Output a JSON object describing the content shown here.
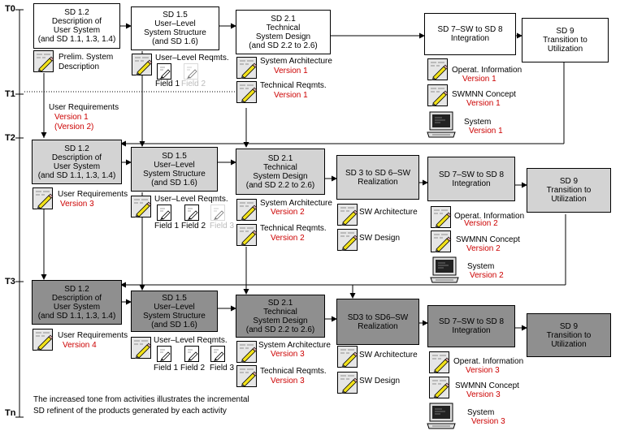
{
  "time_labels": [
    "T0",
    "T1",
    "T2",
    "T3",
    "Tn"
  ],
  "rows": [
    {
      "activities": [
        "SD 1.2\nDescription of\nUser System\n(and SD 1.1, 1.3, 1.4)",
        "SD 1.5\nUser–Level\nSystem Structure\n(and SD 1.6)",
        "SD 2.1\nTechnical\nSystem Design\n(and SD 2.2 to 2.6)",
        "SD 7–SW to SD 8\nIntegration",
        "SD 9\nTransition to\nUtilization"
      ],
      "products": {
        "prelim_l1": "Prelim. System",
        "prelim_l2": "Description",
        "user_level": "User–Level Reqmts.",
        "field1": "Field 1",
        "field2": "Field 2",
        "sys_arch": "System Architecture",
        "sys_arch_ver": "Version 1",
        "tech_req": "Technical Reqmts.",
        "tech_req_ver": "Version 1",
        "operat": "Operat. Information",
        "operat_ver": "Version 1",
        "swmnn": "SWMNN Concept",
        "swmnn_ver": "Version 1",
        "system": "System",
        "system_ver": "Version 1"
      }
    },
    {
      "activities": [
        "SD 1.2\nDescription of\nUser System\n(and SD 1.1, 1.3, 1.4)",
        "SD 1.5\nUser–Level\nSystem Structure\n(and SD 1.6)",
        "SD 2.1\nTechnical\nSystem Design\n(and SD 2.2 to 2.6)",
        "SD 3 to SD 6–SW\nRealization",
        "SD 7–SW to SD 8\nIntegration",
        "SD 9\nTransition to\nUtilization"
      ],
      "products": {
        "user_req": "User Requirements",
        "user_req_ver": "Version 3",
        "user_level": "User–Level Reqmts.",
        "field1": "Field 1",
        "field2": "Field 2",
        "field3": "Field 3",
        "sys_arch": "System Architecture",
        "sys_arch_ver": "Version 2",
        "tech_req": "Technical Reqmts.",
        "tech_req_ver": "Version 2",
        "sw_arch": "SW Architecture",
        "sw_design": "SW Design",
        "operat": "Operat. Information",
        "operat_ver": "Version 2",
        "swmnn": "SWMNN Concept",
        "swmnn_ver": "Version 2",
        "system": "System",
        "system_ver": "Version 2"
      }
    },
    {
      "activities": [
        "SD 1.2\nDescription of\nUser System\n(and SD 1.1, 1.3, 1.4)",
        "SD 1.5\nUser–Level\nSystem Structure\n(and SD 1.6)",
        "SD 2.1\nTechnical\nSystem Design\n(and SD 2.2 to 2.6)",
        "SD3 to SD6–SW\nRealization",
        "SD 7–SW to SD 8\nIntegration",
        "SD 9\nTransition to\nUtilization"
      ],
      "products": {
        "user_req": "User Requirements",
        "user_req_ver": "Version 4",
        "user_level": "User–Level Reqmts.",
        "field1": "Field 1",
        "field2": "Field 2",
        "field3": "Field 3",
        "sys_arch": "System Architecture",
        "sys_arch_ver": "Version 3",
        "tech_req": "Technical Reqmts.",
        "tech_req_ver": "Version 3",
        "sw_arch": "SW Architecture",
        "sw_design": "SW Design",
        "operat": "Operat. Information",
        "operat_ver": "Version 3",
        "swmnn": "SWMNN Concept",
        "swmnn_ver": "Version 3",
        "system": "System",
        "system_ver": "Version 3"
      }
    }
  ],
  "user_requirements_input": {
    "label": "User Requirements",
    "ver1": "Version 1",
    "ver2": "(Version 2)"
  },
  "caption_l1": "The increased tone from activities illustrates the incremental",
  "caption_l2": "SD refinent of the products generated by each activity",
  "colors": {
    "row0_fill": "#ffffff",
    "row1_fill": "#d3d3d3",
    "row2_fill": "#8f8f8f",
    "version_text": "#cc0000"
  },
  "icons": [
    "document-pencil-icon",
    "document-field-icon",
    "computer-icon"
  ]
}
